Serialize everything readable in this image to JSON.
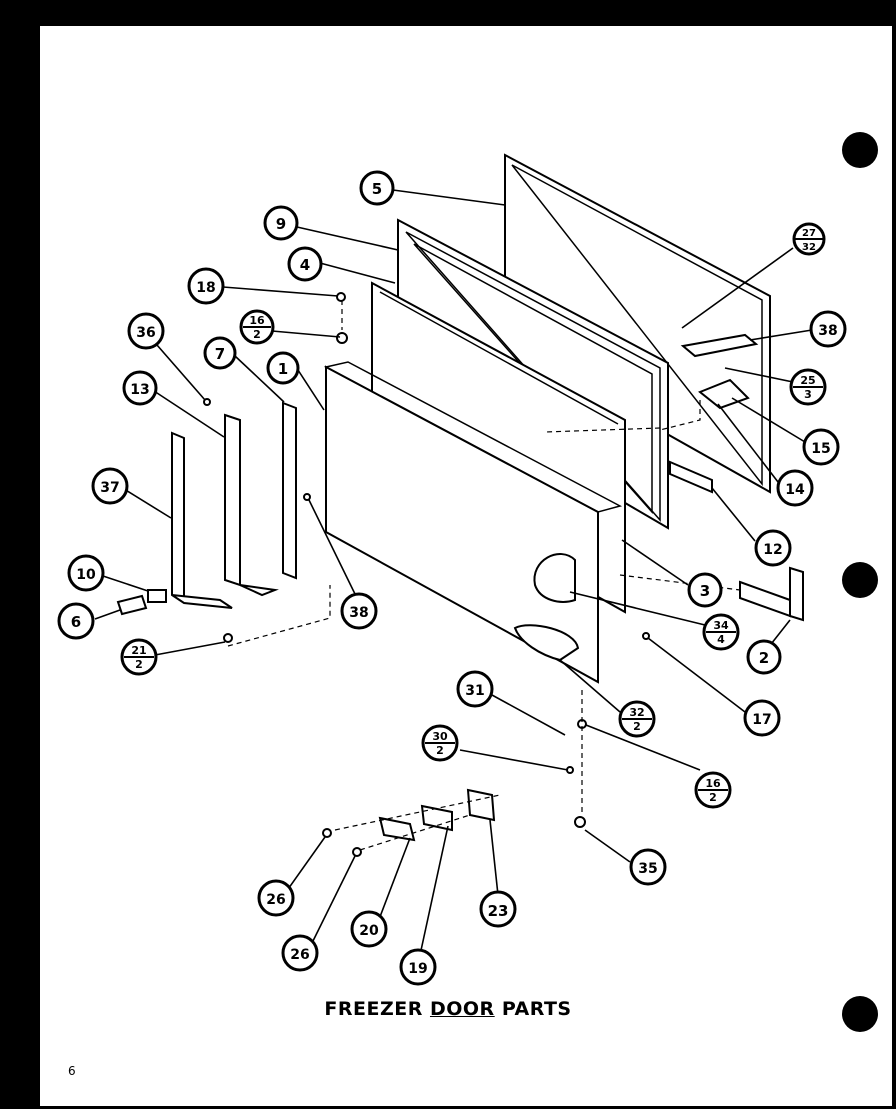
{
  "title": {
    "words": [
      "FREEZER",
      "DOOR",
      "PARTS"
    ]
  },
  "page_number": "6",
  "callouts": [
    {
      "id": "c1",
      "label": "1"
    },
    {
      "id": "c2",
      "label": "2"
    },
    {
      "id": "c3",
      "label": "3"
    },
    {
      "id": "c4",
      "label": "4"
    },
    {
      "id": "c5",
      "label": "5"
    },
    {
      "id": "c6",
      "label": "6"
    },
    {
      "id": "c7",
      "label": "7"
    },
    {
      "id": "c9",
      "label": "9"
    },
    {
      "id": "c10",
      "label": "10"
    },
    {
      "id": "c12",
      "label": "12"
    },
    {
      "id": "c13",
      "label": "13"
    },
    {
      "id": "c14",
      "label": "14"
    },
    {
      "id": "c15",
      "label": "15"
    },
    {
      "id": "c17",
      "label": "17"
    },
    {
      "id": "c18",
      "label": "18"
    },
    {
      "id": "c19",
      "label": "19"
    },
    {
      "id": "c20",
      "label": "20"
    },
    {
      "id": "c23",
      "label": "23"
    },
    {
      "id": "c26a",
      "label": "26"
    },
    {
      "id": "c26b",
      "label": "26"
    },
    {
      "id": "c31",
      "label": "31"
    },
    {
      "id": "c35",
      "label": "35"
    },
    {
      "id": "c36",
      "label": "36"
    },
    {
      "id": "c37",
      "label": "37"
    },
    {
      "id": "c38a",
      "label": "38"
    },
    {
      "id": "c38b",
      "label": "38"
    }
  ],
  "fraction_callouts": [
    {
      "id": "f16a",
      "top": "16",
      "bottom": "2"
    },
    {
      "id": "f16b",
      "top": "16",
      "bottom": "2"
    },
    {
      "id": "f21",
      "top": "21",
      "bottom": "2"
    },
    {
      "id": "f25",
      "top": "25",
      "bottom": "3"
    },
    {
      "id": "f27",
      "top": "27",
      "bottom": "32"
    },
    {
      "id": "f30",
      "top": "30",
      "bottom": "2"
    },
    {
      "id": "f32",
      "top": "32",
      "bottom": "2"
    },
    {
      "id": "f34",
      "top": "34",
      "bottom": "4"
    }
  ]
}
